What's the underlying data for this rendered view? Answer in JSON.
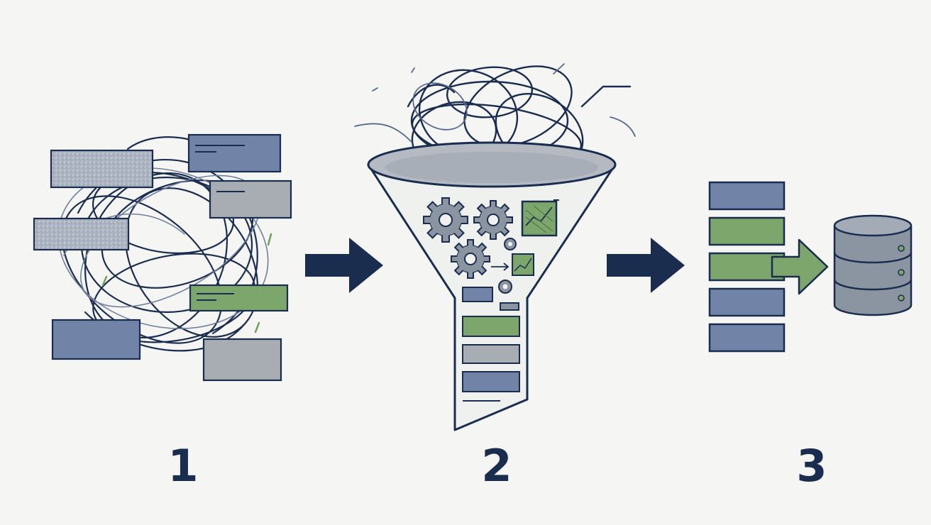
{
  "steps": [
    {
      "number": "1",
      "depicts": "scattered-tangled-data-blocks"
    },
    {
      "number": "2",
      "depicts": "processing-funnel-with-gears"
    },
    {
      "number": "3",
      "depicts": "organized-rows-into-database"
    }
  ],
  "colors": {
    "background": "#f5f6f3",
    "navy": "#1b2d4f",
    "blue_block": "#7184a8",
    "gray_block": "#a8adb4",
    "green_block": "#7ca66b",
    "light_block": "#b6bcc4",
    "funnel_fill": "#eff1ee",
    "funnel_rim": "#b5bac2",
    "database": "#8b94a1"
  },
  "icons": [
    "tangled-lines-icon",
    "gear-icon",
    "chart-icon",
    "arrow-right-icon",
    "database-icon"
  ]
}
